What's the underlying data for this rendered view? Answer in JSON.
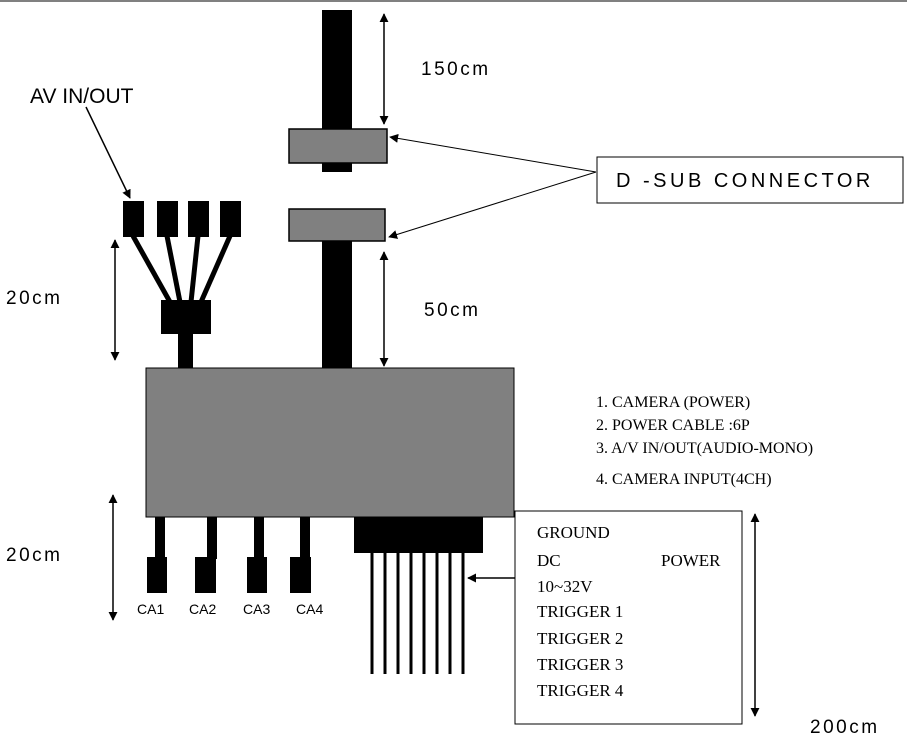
{
  "labels": {
    "av_in_out": "AV IN/OUT",
    "dsub_connector": "D -SUB  CONNECTOR",
    "len_150": "150cm",
    "len_50": "50cm",
    "len_20_top": "20cm",
    "len_20_bottom": "20cm",
    "len_200": "200cm"
  },
  "camera_ports": [
    "CA1",
    "CA2",
    "CA3",
    "CA4"
  ],
  "legend_items": [
    "1. CAMERA (POWER)",
    "2. POWER CABLE :6P",
    "3. A/V IN/OUT(AUDIO-MONO)",
    "4. CAMERA INPUT(4CH)"
  ],
  "power_box": {
    "ground": "GROUND",
    "dc": "DC",
    "power": "POWER",
    "voltage": "10~32V",
    "trigger_1": "TRIGGER 1",
    "trigger_2": "TRIGGER 2",
    "trigger_3": "TRIGGER 3",
    "trigger_4": "TRIGGER 4"
  },
  "colors": {
    "cable": "#000000",
    "module": "#808080",
    "outline": "#000000"
  }
}
